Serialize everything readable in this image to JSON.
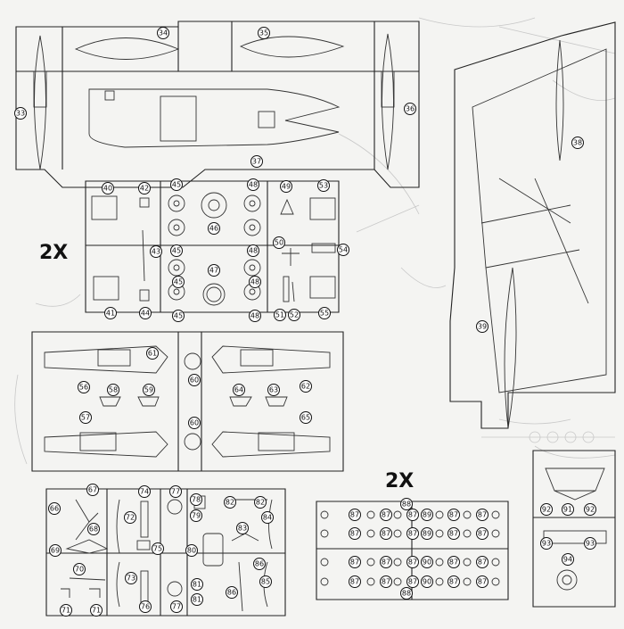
{
  "multipliers": {
    "upper_left": "2X",
    "lower_right": "2X"
  },
  "callout_labels": {
    "p33": "33",
    "p34": "34",
    "p35": "35",
    "p36": "36",
    "p37": "37",
    "p38": "38",
    "p39": "39",
    "p40": "40",
    "p41": "41",
    "p42": "42",
    "p43": "43",
    "p44": "44",
    "p45a": "45",
    "p45b": "45",
    "p45c": "45",
    "p45d": "45",
    "p46": "46",
    "p47": "47",
    "p48a": "48",
    "p48b": "48",
    "p48c": "48",
    "p48d": "48",
    "p49": "49",
    "p50": "50",
    "p51": "51",
    "p52": "52",
    "p53": "53",
    "p54": "54",
    "p55": "55",
    "p56": "56",
    "p57": "57",
    "p58": "58",
    "p59": "59",
    "p60a": "60",
    "p60b": "60",
    "p61": "61",
    "p62": "62",
    "p63": "63",
    "p64": "64",
    "p65": "65",
    "p66": "66",
    "p67": "67",
    "p68": "68",
    "p69": "69",
    "p70": "70",
    "p71a": "71",
    "p71b": "71",
    "p72": "72",
    "p73": "73",
    "p74": "74",
    "p75": "75",
    "p76": "76",
    "p77a": "77",
    "p77b": "77",
    "p78": "78",
    "p79": "79",
    "p80": "80",
    "p81a": "81",
    "p81b": "81",
    "p82a": "82",
    "p82b": "82",
    "p83": "83",
    "p84": "84",
    "p85": "85",
    "p86a": "86",
    "p86b": "86",
    "p87_01": "87",
    "p87_02": "87",
    "p87_03": "87",
    "p87_04": "87",
    "p87_05": "87",
    "p87_06": "87",
    "p87_07": "87",
    "p87_08": "87",
    "p87_09": "87",
    "p87_10": "87",
    "p87_11": "87",
    "p87_12": "87",
    "p87_13": "87",
    "p87_14": "87",
    "p87_15": "87",
    "p87_16": "87",
    "p87_17": "87",
    "p87_18": "87",
    "p87_19": "87",
    "p87_20": "87",
    "p88a": "88",
    "p88b": "88",
    "p89a": "89",
    "p89b": "89",
    "p90a": "90",
    "p90b": "90",
    "p91": "91",
    "p92a": "92",
    "p92b": "92",
    "p93a": "93",
    "p93b": "93",
    "p94": "94"
  }
}
